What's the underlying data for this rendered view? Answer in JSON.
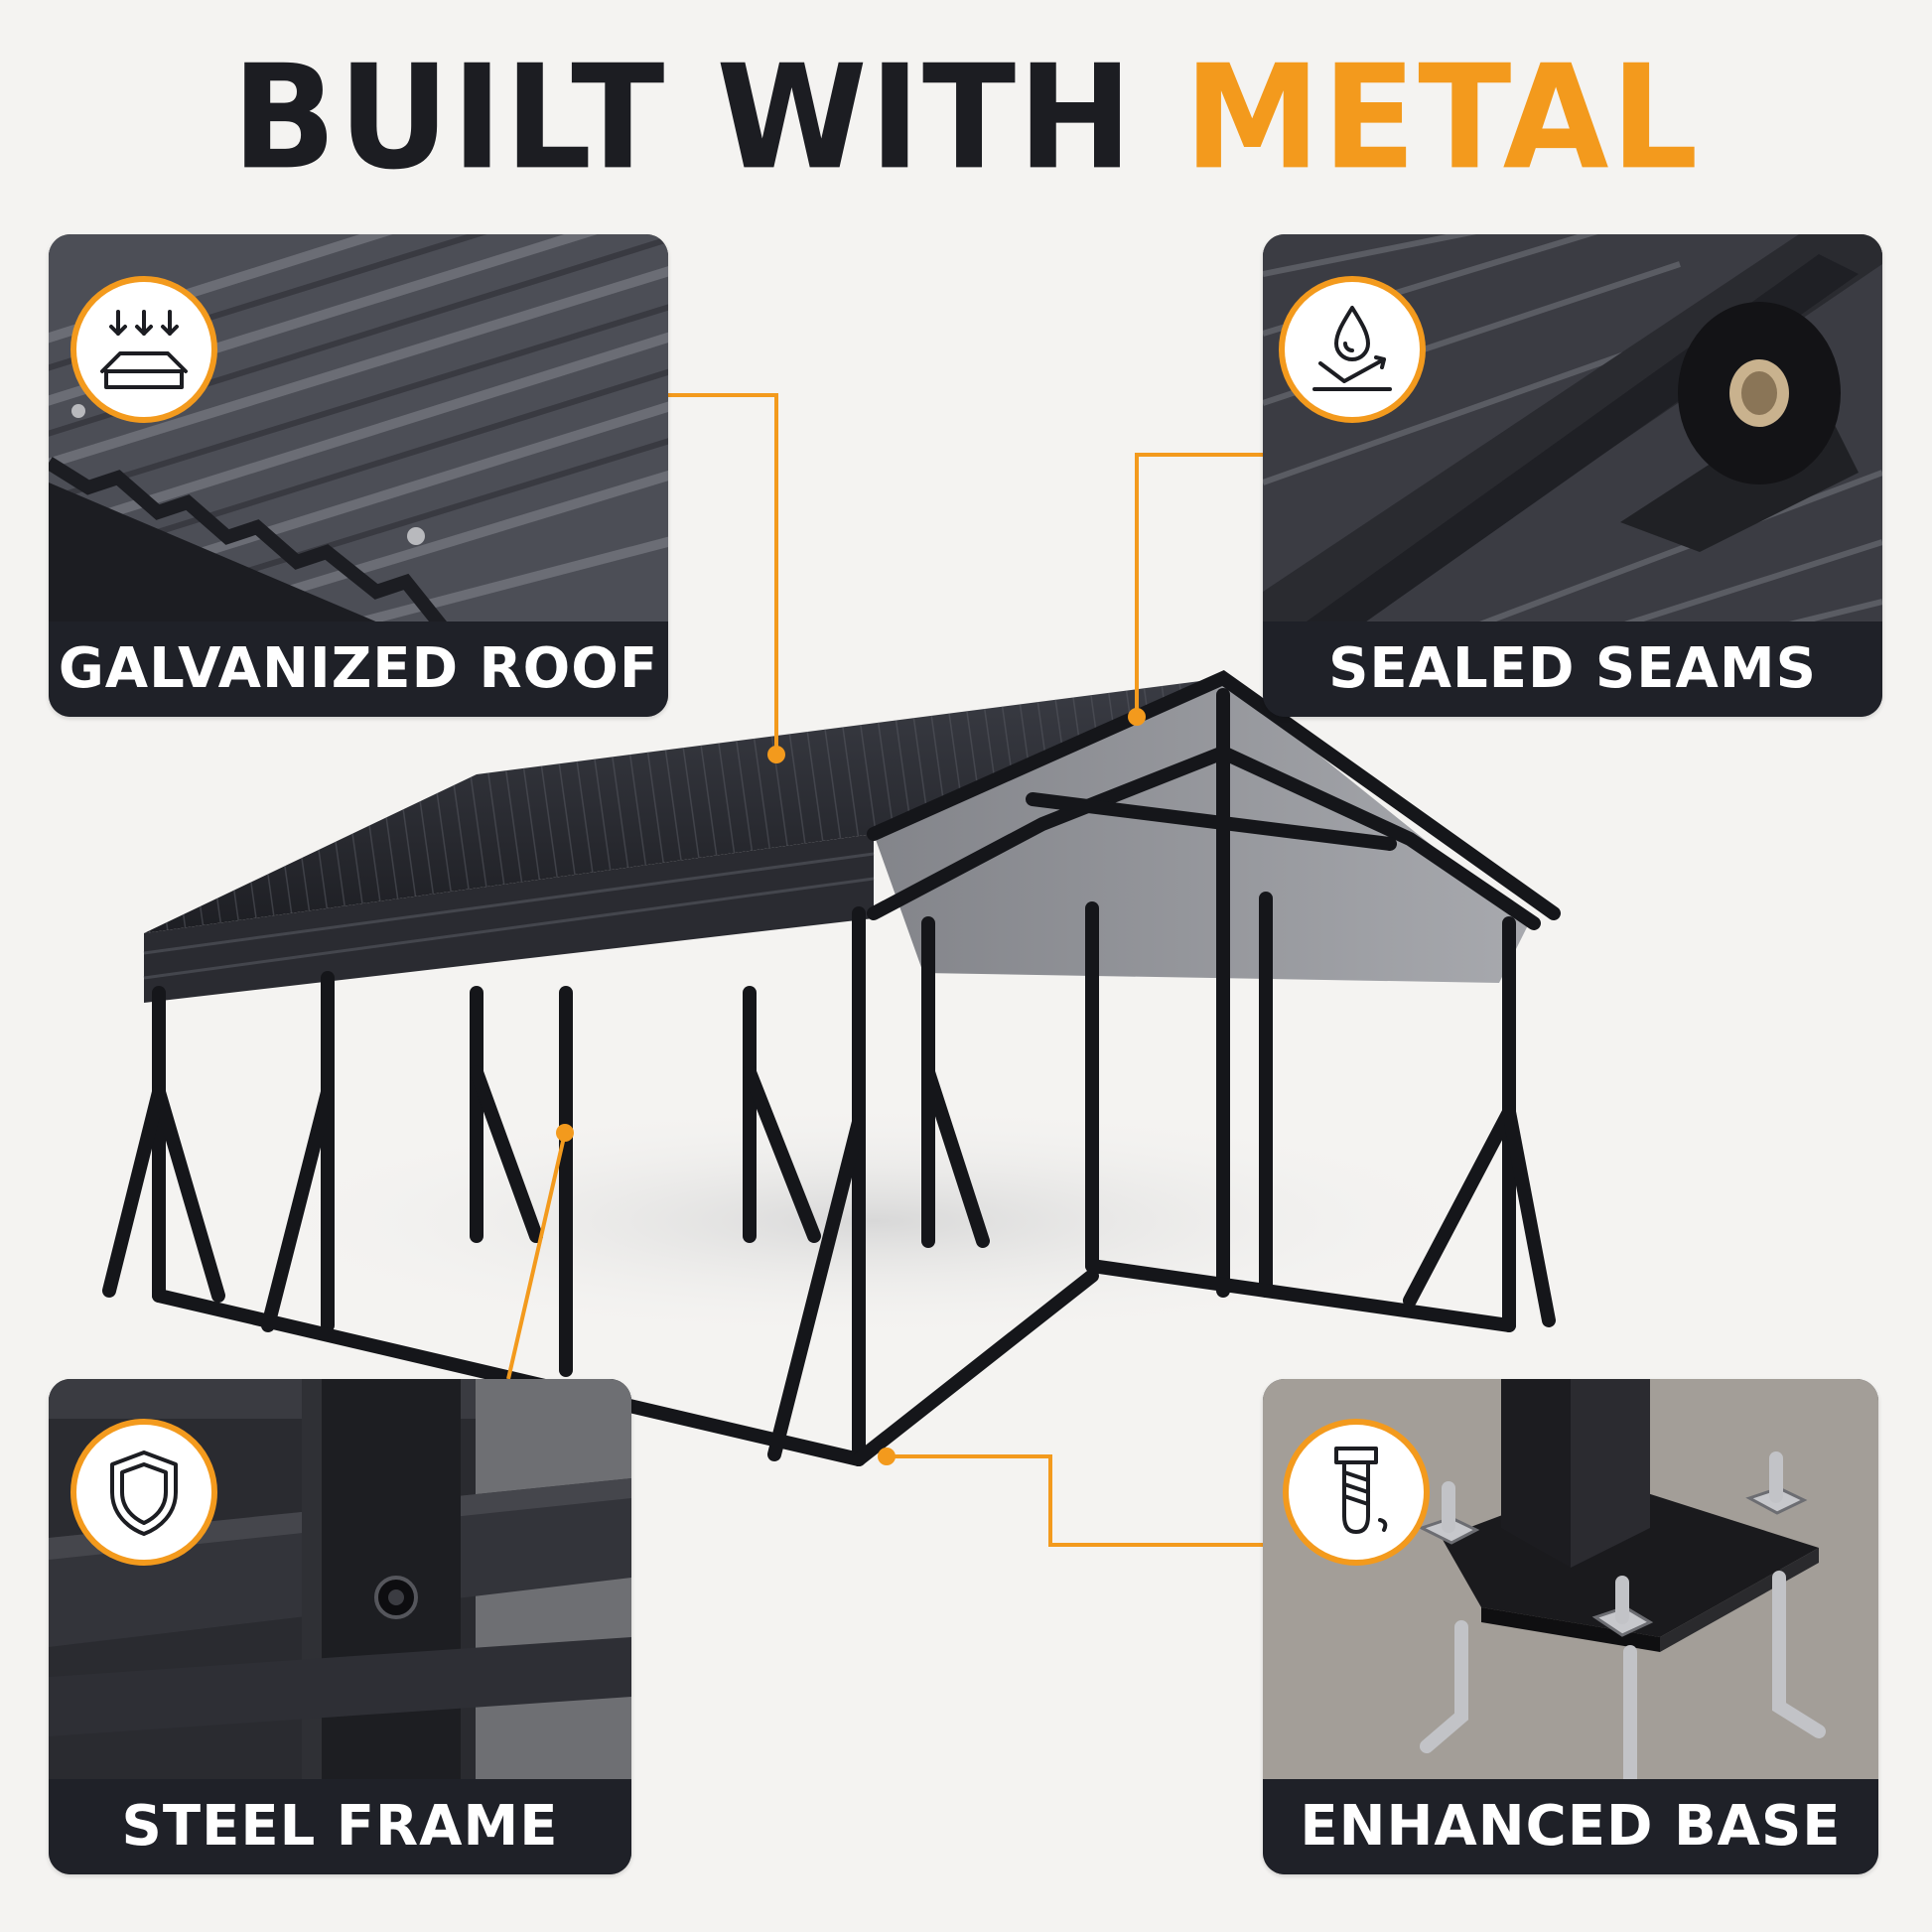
{
  "headline": {
    "part1": "BUILT WITH ",
    "part2": "METAL"
  },
  "colors": {
    "accent": "#f39a1d",
    "dark": "#1f2128",
    "background": "#f4f3f1"
  },
  "features": [
    {
      "label": "GALVANIZED ROOF",
      "icon": "roof-load-icon"
    },
    {
      "label": "SEALED SEAMS",
      "icon": "waterproof-drop-icon"
    },
    {
      "label": "STEEL FRAME",
      "icon": "shield-icon"
    },
    {
      "label": "ENHANCED BASE",
      "icon": "anchor-bolt-icon"
    }
  ]
}
